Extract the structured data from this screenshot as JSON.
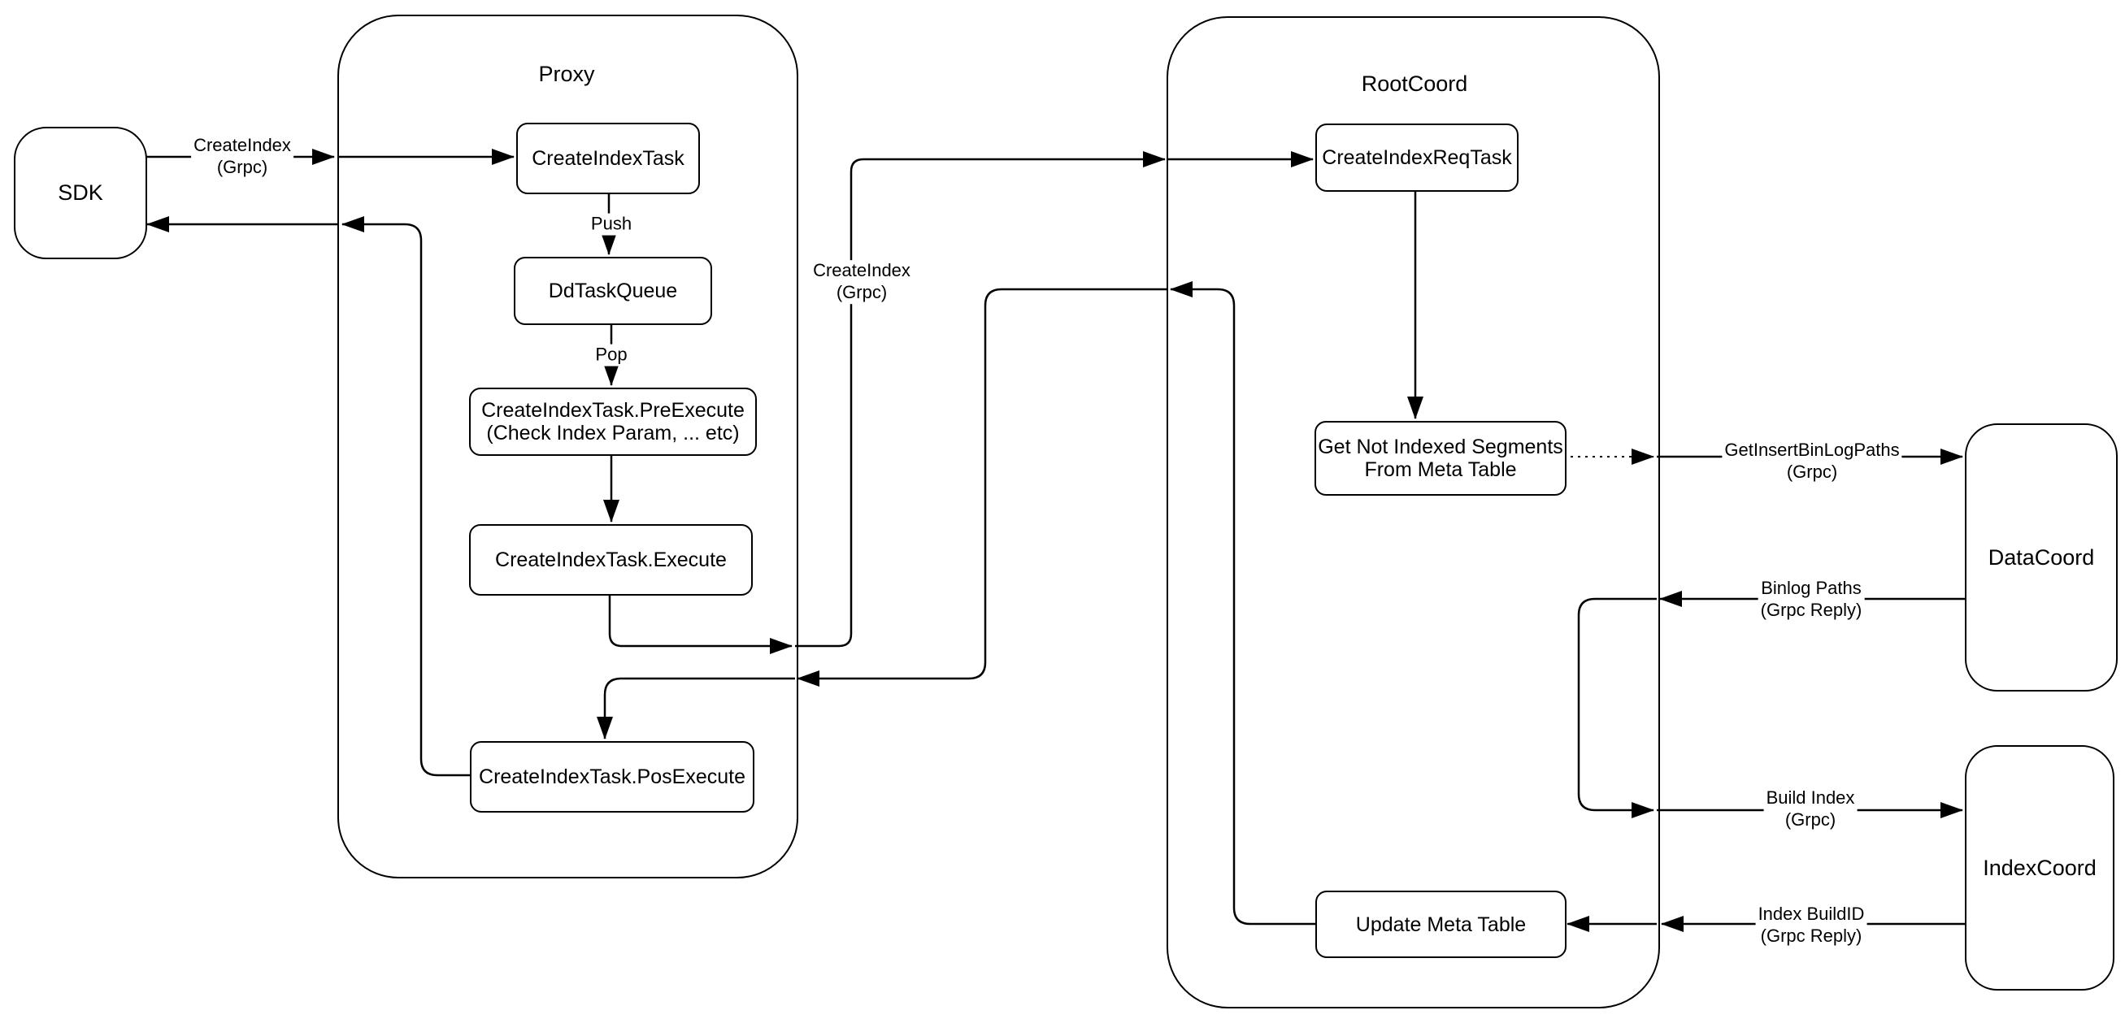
{
  "diagram": {
    "colors": {
      "stroke": "#000000",
      "background": "#ffffff"
    },
    "containers": {
      "proxy": {
        "label": "Proxy"
      },
      "rootcoord": {
        "label": "RootCoord"
      }
    },
    "nodes": {
      "sdk": {
        "label": "SDK"
      },
      "create_index_task": {
        "label": "CreateIndexTask"
      },
      "dd_task_queue": {
        "label": "DdTaskQueue"
      },
      "pre_execute": {
        "line1": "CreateIndexTask.PreExecute",
        "line2": "(Check Index Param, ... etc)"
      },
      "execute": {
        "label": "CreateIndexTask.Execute"
      },
      "pos_execute": {
        "label": "CreateIndexTask.PosExecute"
      },
      "create_index_req_task": {
        "label": "CreateIndexReqTask"
      },
      "get_not_indexed": {
        "line1": "Get Not Indexed Segments",
        "line2": "From Meta Table"
      },
      "update_meta_table": {
        "label": "Update Meta Table"
      },
      "datacoord": {
        "label": "DataCoord"
      },
      "indexcoord": {
        "label": "IndexCoord"
      }
    },
    "edge_labels": {
      "sdk_create_index": {
        "line1": "CreateIndex",
        "line2": "(Grpc)"
      },
      "push": "Push",
      "pop": "Pop",
      "proxy_to_root": {
        "line1": "CreateIndex",
        "line2": "(Grpc)"
      },
      "get_insert_binlog": {
        "line1": "GetInsertBinLogPaths",
        "line2": "(Grpc)"
      },
      "binlog_paths": {
        "line1": "Binlog Paths",
        "line2": "(Grpc Reply)"
      },
      "build_index": {
        "line1": "Build Index",
        "line2": "(Grpc)"
      },
      "index_buildid": {
        "line1": "Index BuildID",
        "line2": "(Grpc Reply)"
      }
    }
  }
}
